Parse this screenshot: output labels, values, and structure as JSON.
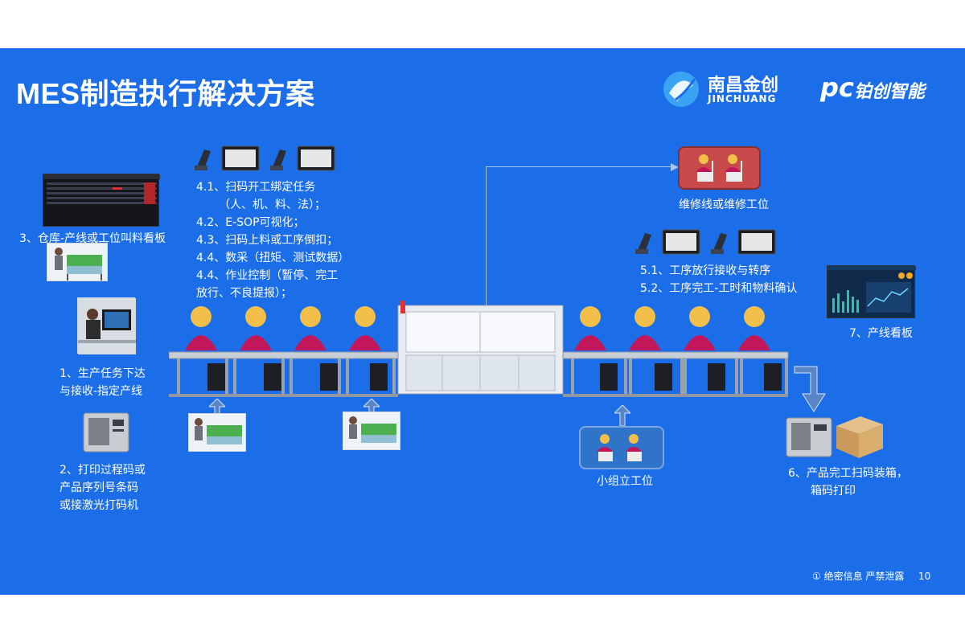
{
  "title": "MES制造执行解决方案",
  "logos": {
    "jinchuang_cn": "南昌金创",
    "jinchuang_en": "JINCHUANG",
    "bochuang": "铂创智能",
    "bochuang_mark": "pc"
  },
  "labels": {
    "warehouse_board": "3、仓库-产线或工位叫料看板",
    "task_dispatch_1": "1、生产任务下达",
    "task_dispatch_2": "与接收-指定产线",
    "print_1": "2、打印过程码或",
    "print_2": "产品序列号条码",
    "print_3": "或接激光打码机",
    "step41a": "4.1、扫码开工绑定任务",
    "step41b": "（人、机、料、法）；",
    "step42": "4.2、E-SOP可视化；",
    "step43": "4.3、扫码上料或工序倒扣；",
    "step44a": "4.4、数采（扭矩、测试数据）",
    "step44b": "4.4、作业控制（暂停、完工",
    "step44c": "放行、不良提报）；",
    "repair": "维修线或维修工位",
    "step51": "5.1、工序放行接收与转序",
    "step52": "5.2、工序完工-工时和物料确认",
    "line_board": "7、产线看板",
    "group_station": "小组立工位",
    "pack_1": "6、产品完工扫码装箱，",
    "pack_2": "箱码打印"
  },
  "footer": {
    "confidential": "① 绝密信息 严禁泄露",
    "page": "10"
  },
  "colors": {
    "background": "#1c6ee8",
    "repair_box": "#c84a4a",
    "group_box": "#2f74c9",
    "worker": "#c2185b"
  }
}
